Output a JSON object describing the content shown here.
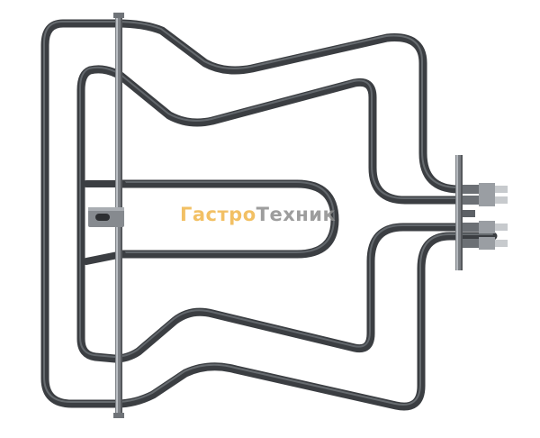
{
  "image": {
    "subject": "oven-heating-element",
    "tube_color": "#3f4246",
    "tube_highlight": "#8a8f95",
    "bracket_color": "#7d8186",
    "background": "#ffffff"
  },
  "watermark": {
    "part1": "Гастро",
    "part2": "Техник",
    "color1": "#f0b64a",
    "color2": "#8d8d8d"
  }
}
